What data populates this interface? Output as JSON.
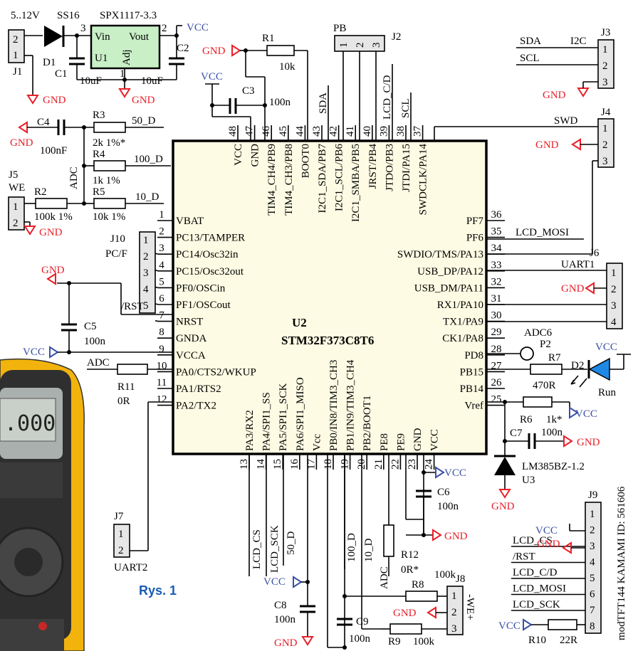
{
  "ic": {
    "ref": "U2",
    "part": "STM32F373C8T6",
    "left_pins": [
      {
        "num": "1",
        "name": "VBAT"
      },
      {
        "num": "2",
        "name": "PC13/TAMPER"
      },
      {
        "num": "3",
        "name": "PC14/Osc32in"
      },
      {
        "num": "4",
        "name": "PC15/Osc32out"
      },
      {
        "num": "5",
        "name": "PF0/OSCin"
      },
      {
        "num": "6",
        "name": "PF1/OSCout"
      },
      {
        "num": "7",
        "name": "NRST"
      },
      {
        "num": "8",
        "name": "GNDA"
      },
      {
        "num": "9",
        "name": "VCCA"
      },
      {
        "num": "10",
        "name": "PA0/CTS2/WKUP"
      },
      {
        "num": "11",
        "name": "PA1/RTS2"
      },
      {
        "num": "12",
        "name": "PA2/TX2"
      }
    ],
    "right_pins": [
      {
        "num": "36",
        "name": "PF7"
      },
      {
        "num": "35",
        "name": "PF6"
      },
      {
        "num": "34",
        "name": "SWDIO/TMS/PA13"
      },
      {
        "num": "33",
        "name": "USB_DP/PA12"
      },
      {
        "num": "32",
        "name": "USB_DM/PA11"
      },
      {
        "num": "31",
        "name": "RX1/PA10"
      },
      {
        "num": "30",
        "name": "TX1/PA9"
      },
      {
        "num": "29",
        "name": "CK1/PA8"
      },
      {
        "num": "28",
        "name": "PD8"
      },
      {
        "num": "27",
        "name": "PB15"
      },
      {
        "num": "26",
        "name": "PB14"
      },
      {
        "num": "25",
        "name": "Vref"
      }
    ],
    "top_pins": [
      {
        "num": "48",
        "name": "VCC"
      },
      {
        "num": "47",
        "name": "GND"
      },
      {
        "num": "46",
        "name": "TIM4_CH4/PB9"
      },
      {
        "num": "45",
        "name": "TIM4_CH3/PB8"
      },
      {
        "num": "44",
        "name": "BOOT0"
      },
      {
        "num": "43",
        "name": "I2C1_SDA/PB7"
      },
      {
        "num": "42",
        "name": "I2C1_SCL/PB6"
      },
      {
        "num": "41",
        "name": "I2C1_SMBA/PB5"
      },
      {
        "num": "40",
        "name": "JRST/PB4"
      },
      {
        "num": "39",
        "name": "JTDO/PB3"
      },
      {
        "num": "38",
        "name": "JTDI/PA15"
      },
      {
        "num": "37",
        "name": "SWDCLK/PA14"
      }
    ],
    "bottom_pins": [
      {
        "num": "13",
        "name": "PA3/RX2"
      },
      {
        "num": "14",
        "name": "PA4/SPI1_SS"
      },
      {
        "num": "15",
        "name": "PA5/SPI1_SCK"
      },
      {
        "num": "16",
        "name": "PA6/SPI1_MISO"
      },
      {
        "num": "17",
        "name": "Vcc"
      },
      {
        "num": "18",
        "name": "PB0/IN8/TIM3_CH3"
      },
      {
        "num": "19",
        "name": "PB1/IN9/TIM3_CH4"
      },
      {
        "num": "20",
        "name": "PB2/BOOT1"
      },
      {
        "num": "21",
        "name": "PE8"
      },
      {
        "num": "22",
        "name": "PE9"
      },
      {
        "num": "23",
        "name": "GND"
      },
      {
        "num": "24",
        "name": "VCC"
      }
    ]
  },
  "top_net_labels": [
    "SDA",
    "LCD_C/D",
    "SCL"
  ],
  "bottom_net_labels": [
    "LCD_CS",
    "LCD_SCK",
    "50_D",
    "100_D",
    "10_D",
    "ADC"
  ],
  "right_net_labels": {
    "pf6": "LCD_MOSI",
    "adc6": "ADC6",
    "sda": "SDA",
    "scl": "SCL",
    "i2c": "I2C"
  },
  "regulator": {
    "input_label": "5..12V",
    "diode_ref": "SS16",
    "part": "SPX1117-3.3",
    "ref": "U1",
    "vin": "Vin",
    "vout": "Vout",
    "adj": "Adj",
    "pin3": "3",
    "pin2": "2",
    "pin1": "1"
  },
  "components": {
    "J1": "J1",
    "D1": "D1",
    "C1": "C1",
    "C1_val": "10uF",
    "C2": "C2",
    "C2_val": "10uF",
    "R1": "R1",
    "R1_val": "10k",
    "C3": "C3",
    "C3_val": "100n",
    "C4": "C4",
    "C4_val": "100nF",
    "R3": "R3",
    "R3_val": "2k 1%*",
    "R4": "R4",
    "R4_val": "1k 1%",
    "R5": "R5",
    "R5_val": "10k 1%",
    "J5": "J5",
    "J5_label": "WE",
    "R2": "R2",
    "R2_val": "100k 1%",
    "J10": "J10",
    "J10_label": "PC/F",
    "C5": "C5",
    "C5_val": "100n",
    "RST": "/RST",
    "ADC": "ADC",
    "R11": "R11",
    "R11_val": "0R",
    "J7": "J7",
    "J7_label": "UART2",
    "PB": "PB",
    "J2": "J2",
    "J3": "J3",
    "J4": "J4",
    "J4_label": "SWD",
    "J6": "J6",
    "J6_label": "UART1",
    "P2": "P2",
    "R7": "R7",
    "R7_val": "470R",
    "D2": "D2",
    "D2_label": "Run",
    "R6": "R6",
    "R6_val": "1k*",
    "C7": "C7",
    "C7_val": "100n",
    "U3_part": "LM385BZ-1.2",
    "U3": "U3",
    "C6": "C6",
    "C6_val": "100n",
    "R12": "R12",
    "R12_val": "0R*",
    "C8": "C8",
    "C8_val": "100n",
    "C9": "C9",
    "C9_val": "100n",
    "R8": "R8",
    "R8_val": "100k",
    "R9": "R9",
    "R9_val": "100k",
    "J8": "J8",
    "J8_label": "-WE+",
    "J9": "J9",
    "R10": "R10",
    "R10_val": "22R"
  },
  "j9_labels": [
    "LCD_CS",
    "/RST",
    "LCD_C/D",
    "LCD_MOSI",
    "LCD_SCK"
  ],
  "power": {
    "gnd": "GND",
    "vcc": "VCC"
  },
  "module_label": "modTFT144 KAMAMI ID: 561606",
  "figure_label": "Rys. 1",
  "colors": {
    "gnd": "#e8202a",
    "vcc": "#3a4fa5",
    "ic_fill": "#fdfbe3",
    "reg_fill": "#c9efc7",
    "connector": "#e6e6e6",
    "caption": "#1a5bb5"
  }
}
